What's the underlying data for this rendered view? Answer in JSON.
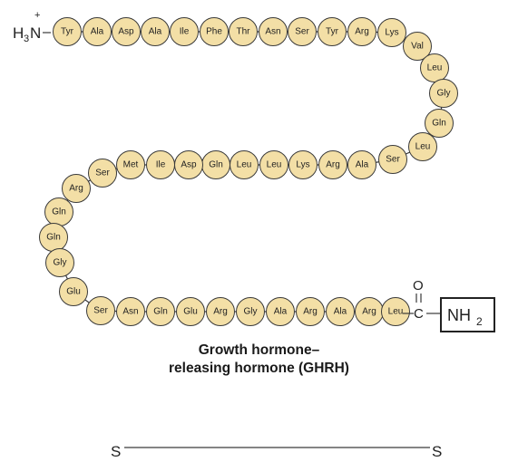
{
  "n_terminus": {
    "h": "H",
    "sub": "3",
    "n": "N",
    "charge": "+"
  },
  "residues": [
    "Tyr",
    "Ala",
    "Asp",
    "Ala",
    "Ile",
    "Phe",
    "Thr",
    "Asn",
    "Ser",
    "Tyr",
    "Arg",
    "Lys",
    "Val",
    "Leu",
    "Gly",
    "Gln",
    "Leu",
    "Ser",
    "Ala",
    "Arg",
    "Lys",
    "Leu",
    "Leu",
    "Gln",
    "Asp",
    "Ile",
    "Met",
    "Ser",
    "Arg",
    "Gln",
    "Gln",
    "Gly",
    "Glu",
    "Ser",
    "Asn",
    "Gln",
    "Glu",
    "Arg",
    "Gly",
    "Ala",
    "Arg",
    "Ala",
    "Arg",
    "Leu"
  ],
  "c_terminus": {
    "o": "O",
    "c": "C",
    "nh": "NH",
    "sub": "2"
  },
  "caption": {
    "line1": "Growth hormone–",
    "line2": "releasing hormone (GHRH)"
  },
  "disulfide": {
    "left": "S",
    "right": "S"
  },
  "colors": {
    "residue_fill": "#f3dfa6",
    "outline": "#3a3a3a"
  }
}
